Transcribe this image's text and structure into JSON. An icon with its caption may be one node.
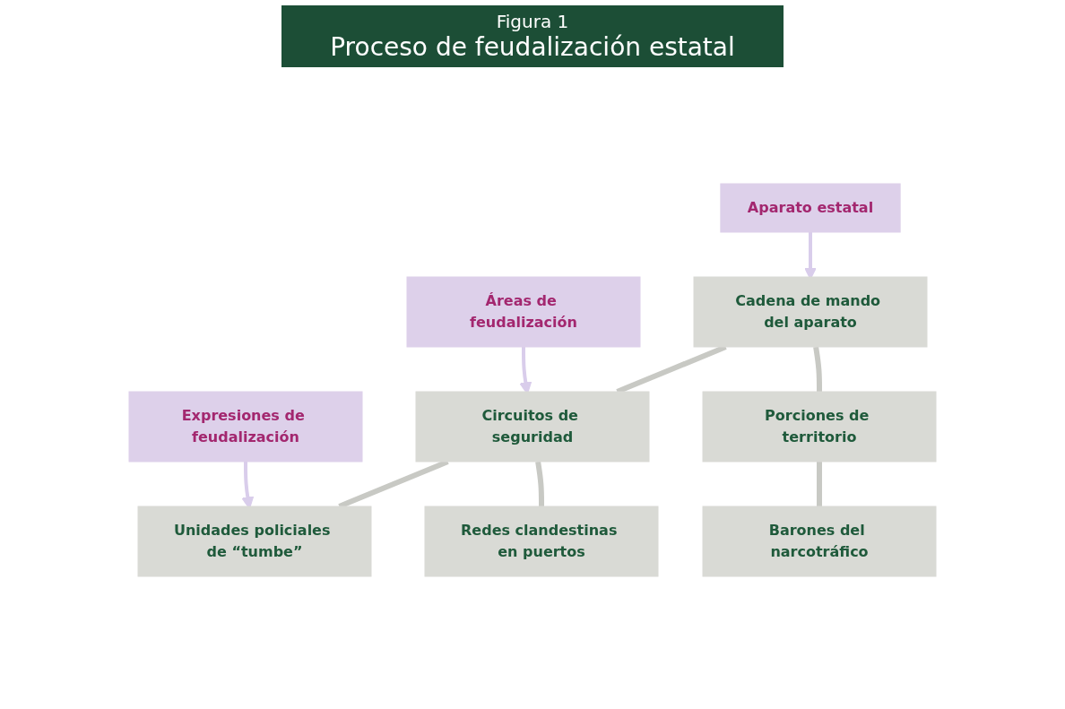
{
  "diagram": {
    "title": "Proceso de feudalización estatal",
    "nodes": [
      {
        "text": [
          "Aparato estatal"
        ]
      },
      {
        "text": [
          "Cadena de mando del aparato"
        ]
      },
      {
        "text": [
          "Áreas de feudalización"
        ]
      },
      {
        "text": [
          "Circuitos de seguridad"
        ]
      },
      {
        "text": [
          "Porciones de territorio"
        ]
      },
      {
        "text": [
          "Expresiones de feudalización"
        ]
      },
      {
        "text": [
          "Unidades policiales de “tumbe”"
        ]
      },
      {
        "text": [
          "Redes clandestinas en puertos"
        ]
      },
      {
        "text": [
          "Barones del narcotráfico"
        ]
      }
    ],
    "edges": [
      {
        "from": 0,
        "to": 1,
        "arrow": "to",
        "color": "#d9cdeb"
      },
      {
        "from": 2,
        "to": 3,
        "arrow": "to",
        "color": "#d9cdeb"
      },
      {
        "from": 5,
        "to": 6,
        "arrow": "to",
        "color": "#d9cdeb"
      },
      {
        "from": 1,
        "to": 3,
        "arrow": "none"
      },
      {
        "from": 1,
        "to": 4,
        "arrow": "none"
      },
      {
        "from": 3,
        "to": 6,
        "arrow": "none"
      },
      {
        "from": 3,
        "to": 7,
        "arrow": "none"
      },
      {
        "from": 4,
        "to": 8,
        "arrow": "none"
      }
    ],
    "labels": [
      "Figura 1"
    ]
  }
}
